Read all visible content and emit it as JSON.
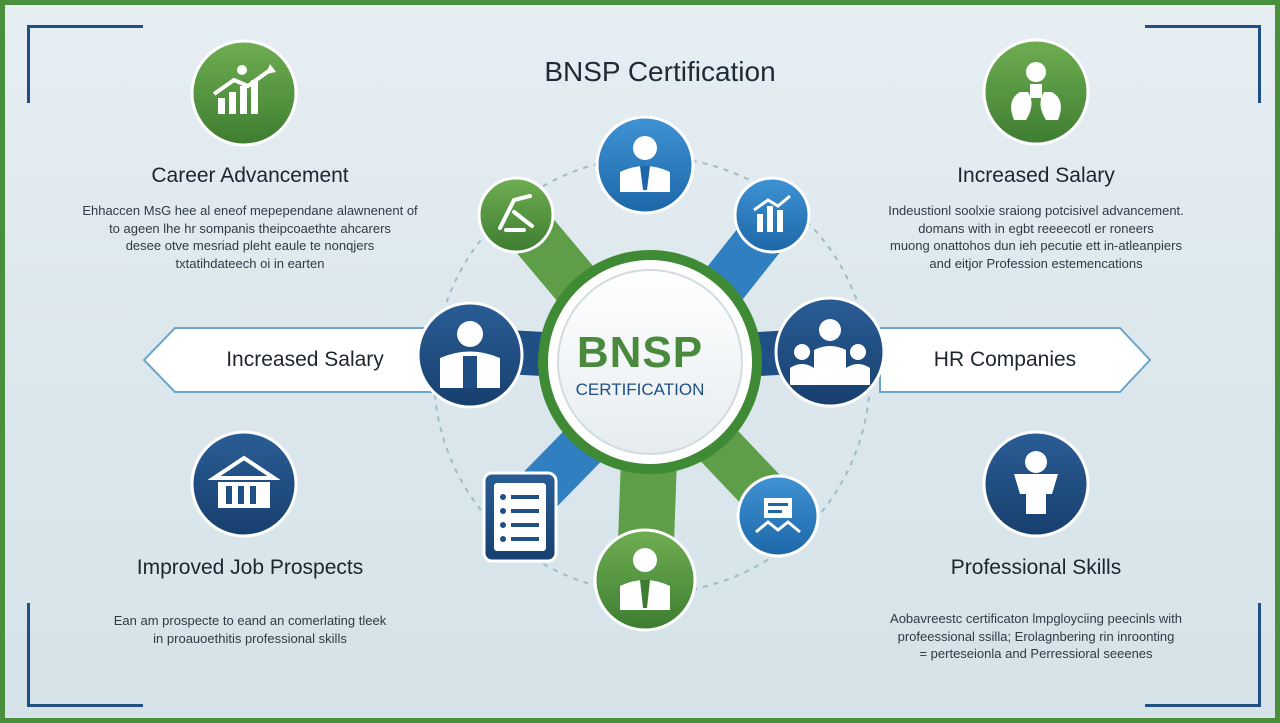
{
  "title": "BNSP Certification",
  "hub": {
    "title": "BNSP",
    "subtitle": "CERTIFICATION"
  },
  "benefits": {
    "top_left": {
      "heading": "Career Advancement",
      "lines": [
        "Ehhaccen MsG hee al eneof mepependane alawnenent of",
        "to ageen lhe hr sompanis theipcoaethte ahcarers",
        "desee otve mesriad pleht eaule te nonqjers",
        "txtatihdateech oi in earten"
      ]
    },
    "top_right": {
      "heading": "Increased Salary",
      "lines": [
        "Indeustionl soolxie sraiong potcisivel advancement.",
        "domans with in egbt reeeecotl er roneers",
        "muong onattohos dun ieh pecutie ett in-atleanpiers",
        "and eitjor Profession estemencations"
      ]
    },
    "bottom_left": {
      "heading": "Improved Job Prospects",
      "lines": [
        "Ean am prospecte to eand an comerlating tleek",
        "in proauoethitis professional skills"
      ]
    },
    "bottom_right": {
      "heading": "Professional Skills",
      "lines": [
        "Aobavreestc certificaton lmpgloyciing peecinls with",
        "profeessional ssilla; Erolagnbering rin inroonting",
        "= perteseionla and Perressioral seeenes"
      ]
    }
  },
  "banners": {
    "left": "Increased Salary",
    "right": "HR Companies"
  },
  "colors": {
    "green": "#4a8f3c",
    "blue_dark": "#1f4f84",
    "blue": "#2f7fc1",
    "frame": "#4a8f3c"
  },
  "icons": {
    "top_left": "growth-chart-icon",
    "top_right": "money-bag-icon",
    "bottom_left": "building-icon",
    "bottom_right": "professional-person-icon",
    "hub_top": "businessman-icon",
    "hub_upper_left": "desk-chair-icon",
    "hub_upper_right": "bar-chart-icon",
    "hub_left": "team-person-icon",
    "hub_right": "hr-group-icon",
    "hub_lower_left": "checklist-icon",
    "hub_lower_right": "document-icon",
    "hub_bottom": "professional-suit-icon"
  }
}
